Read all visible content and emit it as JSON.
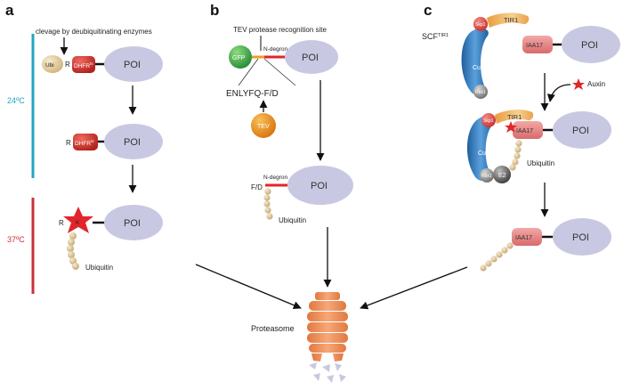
{
  "panels": {
    "a": "a",
    "b": "b",
    "c": "c"
  },
  "panel_a": {
    "cleavage_note": "clevage by deubiquitinating enzymes",
    "ubi": "Ubi",
    "r": "R",
    "dhfr": "DHFR",
    "dhfr_sup": "ts",
    "poi": "POI",
    "k": "K",
    "temp_low": "24ºC",
    "temp_high": "37ºC",
    "ubiquitin": "Ubiquitin"
  },
  "panel_b": {
    "tev_site": "TEV protease recognition site",
    "gfp": "GFP",
    "n_degron": "N-degron",
    "poi": "POI",
    "sequence": "ENLYFQ-F/D",
    "tev": "TEV",
    "fd": "F/D",
    "ubiquitin": "Ubiquitin"
  },
  "panel_c": {
    "scf": "SCF",
    "scf_sup": "TIR1",
    "skp1": "Skp1",
    "tir1": "TIR1",
    "cul1": "Cul1",
    "rbx1": "Rbx1",
    "iaa17": "IAA17",
    "poi": "POI",
    "auxin": "Auxin",
    "e2": "E2",
    "ubiquitin": "Ubiquitin"
  },
  "center": {
    "proteasome": "Proteasome"
  },
  "colors": {
    "poi": "#c9c8e2",
    "dhfr": "#d8312b",
    "ubi": "#e3cfa0",
    "star": "#e0262a",
    "gfp": "#3aa845",
    "tev": "#ef8a1e",
    "iaa17": "#e98c8c",
    "cul1": "#2f7dbf",
    "tir1": "#f2b565",
    "proteasome": "#f0905e",
    "teal": "#24a6c0",
    "red_bar": "#c8323a",
    "grey": "#7a7a7a"
  }
}
